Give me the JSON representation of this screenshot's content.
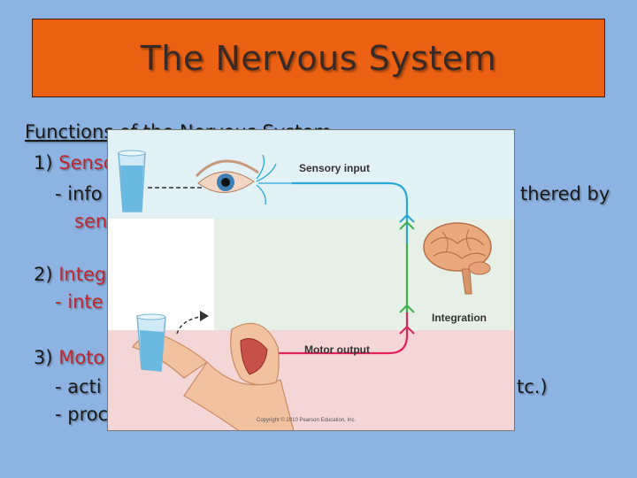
{
  "slide": {
    "title": "The Nervous System",
    "heading": "Functions of the Nervous System",
    "item1_num": "1) ",
    "item1_word": "Senso",
    "item1_line1": "- info",
    "item1_line1_end": "thered by",
    "item1_line2": "sen",
    "item2_num": "2) ",
    "item2_word": "Integ",
    "item2_line1": "- inte",
    "item3_num": "3) ",
    "item3_word": "Moto",
    "item3_line1": "- acti",
    "item3_line1_end": "tc.)",
    "item3_line2": "- proc"
  },
  "figure": {
    "sensory_label": "Sensory input",
    "integration_label": "Integration",
    "motor_label": "Motor output",
    "copyright": "Copyright © 2010 Pearson Education, Inc.",
    "colors": {
      "sensory_band": "#e2f1f6",
      "integration_band": "#e6f0e6",
      "motor_band": "#f4d6d6",
      "sensory_line": "#29a8d8",
      "integration_line": "#3cae4a",
      "motor_line": "#e0245a"
    }
  }
}
